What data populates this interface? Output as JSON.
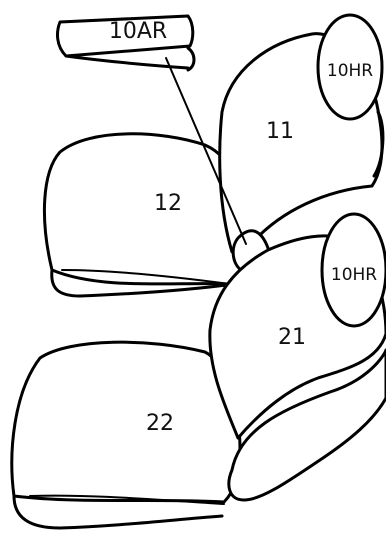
{
  "parts": {
    "part_10ar": "10AR",
    "part_10hr_upper": "10HR",
    "part_11": "11",
    "part_12": "12",
    "part_10hr_lower": "10HR",
    "part_21": "21",
    "part_22": "22"
  }
}
